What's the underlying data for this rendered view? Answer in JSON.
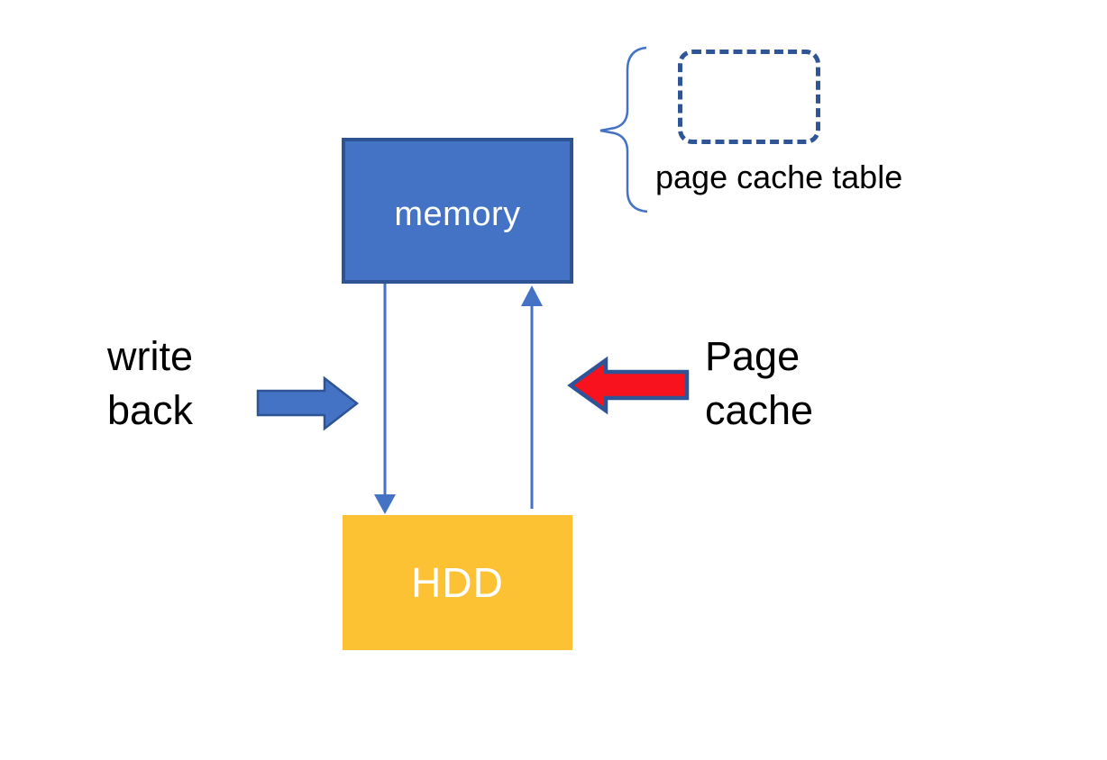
{
  "diagram": {
    "nodes": {
      "memory": {
        "label": "memory"
      },
      "hdd": {
        "label": "HDD"
      },
      "page_cache_table": {
        "label": "page cache table"
      }
    },
    "annotations": {
      "write_back": {
        "label": "write back"
      },
      "page_cache": {
        "label": "Page cache"
      }
    },
    "colors": {
      "block_fill_blue": "#4472C4",
      "block_border_dark": "#2F5496",
      "hdd_fill_gold": "#FDC234",
      "arrow_red_fill": "#F8121E",
      "arrow_red_border": "#2F5496",
      "dashed_border_blue": "#2F5597",
      "connector_blue": "#4472C4",
      "brace_blue": "#4472C4",
      "text_black": "#000000",
      "text_white": "#FFFFFF"
    }
  }
}
